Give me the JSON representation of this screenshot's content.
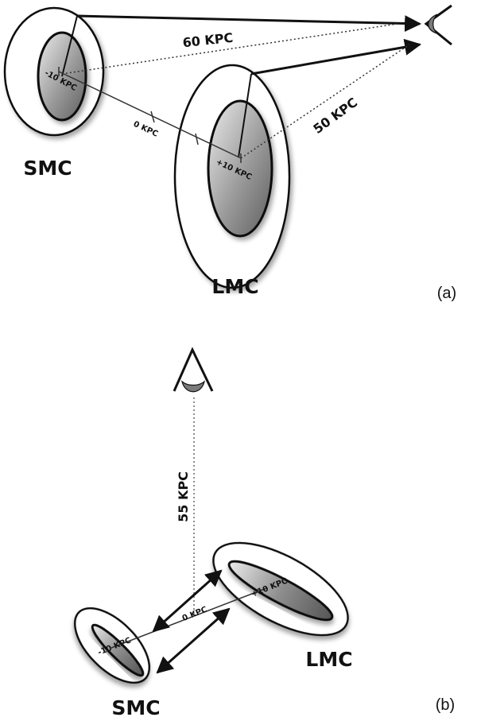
{
  "panel_a": {
    "smc_label": "SMC",
    "lmc_label": "LMC",
    "dist_smc": "60 KPC",
    "dist_lmc": "50 KPC",
    "tick_minus": "-10 KPC",
    "tick_zero": "0 KPC",
    "tick_plus": "+10 KPC",
    "panel_label": "(a)"
  },
  "panel_b": {
    "smc_label": "SMC",
    "lmc_label": "LMC",
    "dist_center": "55 KPC",
    "tick_minus": "-10 KPC",
    "tick_zero": "0 KPC",
    "tick_plus": "+10 KPC",
    "panel_label": "(b)"
  },
  "colors": {
    "stroke": "#111111",
    "inner_fill_light": "#e6e6e6",
    "inner_fill_dark": "#6e6e6e"
  },
  "icons": [
    "eye-icon"
  ]
}
